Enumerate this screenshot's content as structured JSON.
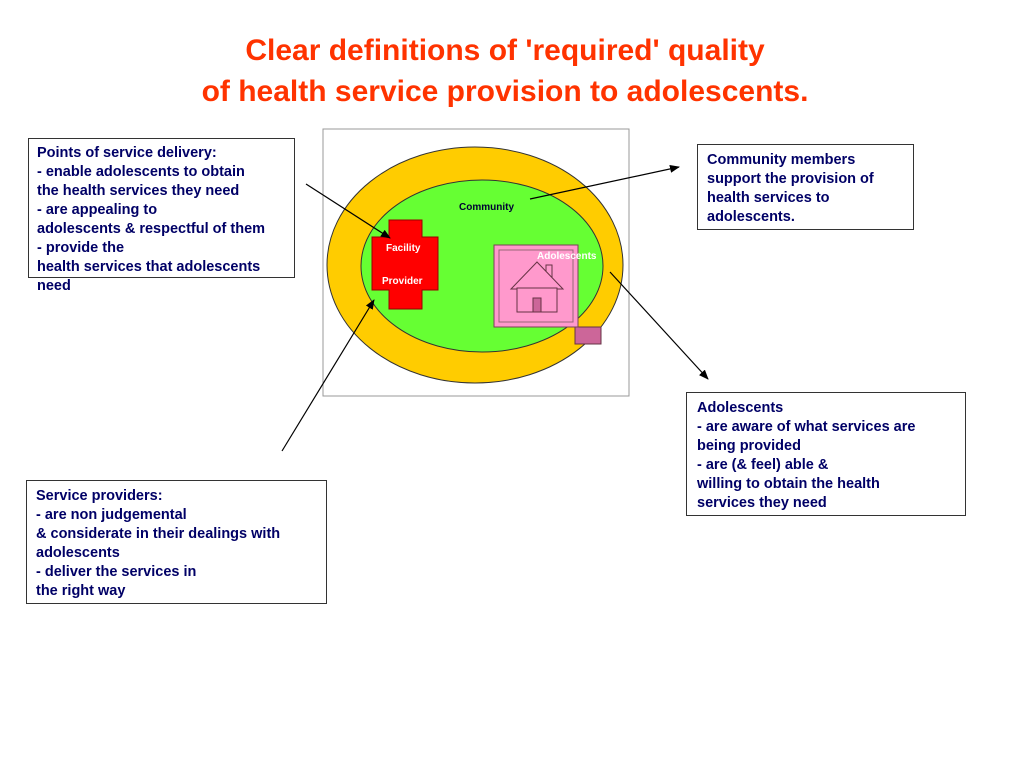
{
  "title": {
    "line1": "Clear definitions of 'required' quality",
    "line2": "of health service provision to adolescents."
  },
  "boxes": {
    "delivery": {
      "lines": [
        "Points of service delivery:",
        "- enable adolescents to obtain",
        "the health services they need",
        "- are appealing to",
        "adolescents & respectful of them",
        "- provide the",
        "health services that adolescents",
        "need"
      ]
    },
    "community": {
      "lines": [
        "Community members",
        "support the provision of",
        "health services to",
        "adolescents."
      ]
    },
    "adolescents": {
      "lines": [
        "Adolescents",
        "- are aware of what services are",
        "being provided",
        "- are (& feel) able &",
        "willing to obtain the health",
        "services they need"
      ]
    },
    "providers": {
      "lines": [
        "Service providers:",
        "- are non judgemental",
        "& considerate in their dealings with",
        "adolescents",
        "- deliver the services in",
        "the right way"
      ]
    }
  },
  "diagram": {
    "community_label": "Community",
    "facility_label": "Facility",
    "provider_label": "Provider",
    "adolescents_label": "Adolescents",
    "colors": {
      "outer_ring": "#ffcc00",
      "community": "#66ff33",
      "facility": "#ff0000",
      "adolescents": "#ff99cc",
      "title": "#ff3300",
      "box_text": "#000066"
    }
  }
}
